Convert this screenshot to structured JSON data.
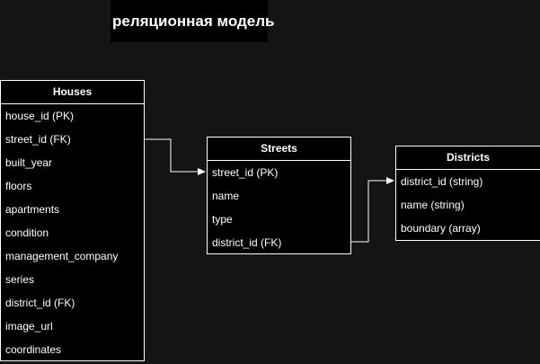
{
  "title": "реляционная модель",
  "entities": {
    "houses": {
      "name": "Houses",
      "fields": [
        "house_id (PK)",
        "street_id (FK)",
        "built_year",
        "floors",
        "apartments",
        "condition",
        "management_company",
        "series",
        "district_id (FK)",
        "image_url",
        "coordinates"
      ]
    },
    "streets": {
      "name": "Streets",
      "fields": [
        "street_id (PK)",
        "name",
        "type",
        "district_id (FK)"
      ]
    },
    "districts": {
      "name": "Districts",
      "fields": [
        "district_id (string)",
        "name (string)",
        "boundary (array)"
      ]
    }
  },
  "colors": {
    "background": "#141414",
    "entity_fill": "#000000",
    "stroke": "#ffffff",
    "text": "#ffffff"
  }
}
